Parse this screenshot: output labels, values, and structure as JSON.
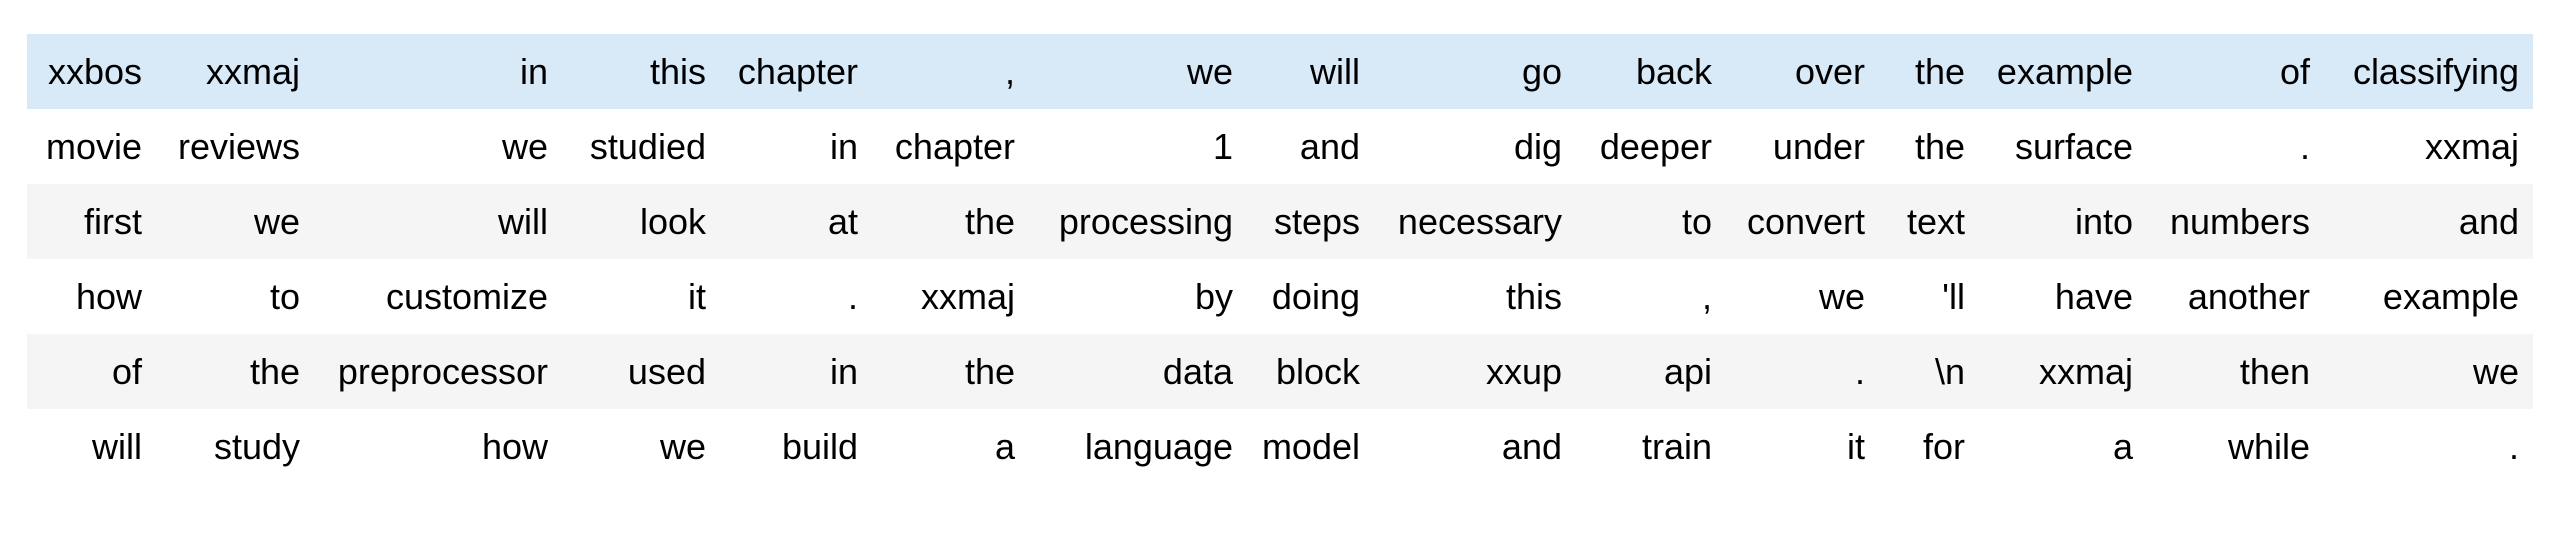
{
  "table": {
    "kind": "tokenized-text-grid",
    "highlighted_row_index": 0,
    "colors": {
      "highlight_row": "#d8e9f8",
      "stripe_row": "#f5f5f5",
      "plain_row": "#ffffff",
      "text": "#000000",
      "page_background": "#ffffff"
    },
    "rows": [
      [
        "xxbos",
        "xxmaj",
        "in",
        "this",
        "chapter",
        ",",
        "we",
        "will",
        "go",
        "back",
        "over",
        "the",
        "example",
        "of",
        "classifying"
      ],
      [
        "movie",
        "reviews",
        "we",
        "studied",
        "in",
        "chapter",
        "1",
        "and",
        "dig",
        "deeper",
        "under",
        "the",
        "surface",
        ".",
        "xxmaj"
      ],
      [
        "first",
        "we",
        "will",
        "look",
        "at",
        "the",
        "processing",
        "steps",
        "necessary",
        "to",
        "convert",
        "text",
        "into",
        "numbers",
        "and"
      ],
      [
        "how",
        "to",
        "customize",
        "it",
        ".",
        "xxmaj",
        "by",
        "doing",
        "this",
        ",",
        "we",
        "'ll",
        "have",
        "another",
        "example"
      ],
      [
        "of",
        "the",
        "preprocessor",
        "used",
        "in",
        "the",
        "data",
        "block",
        "xxup",
        "api",
        ".",
        "\\n",
        "xxmaj",
        "then",
        "we"
      ],
      [
        "will",
        "study",
        "how",
        "we",
        "build",
        "a",
        "language",
        "model",
        "and",
        "train",
        "it",
        "for",
        "a",
        "while",
        "."
      ]
    ]
  }
}
